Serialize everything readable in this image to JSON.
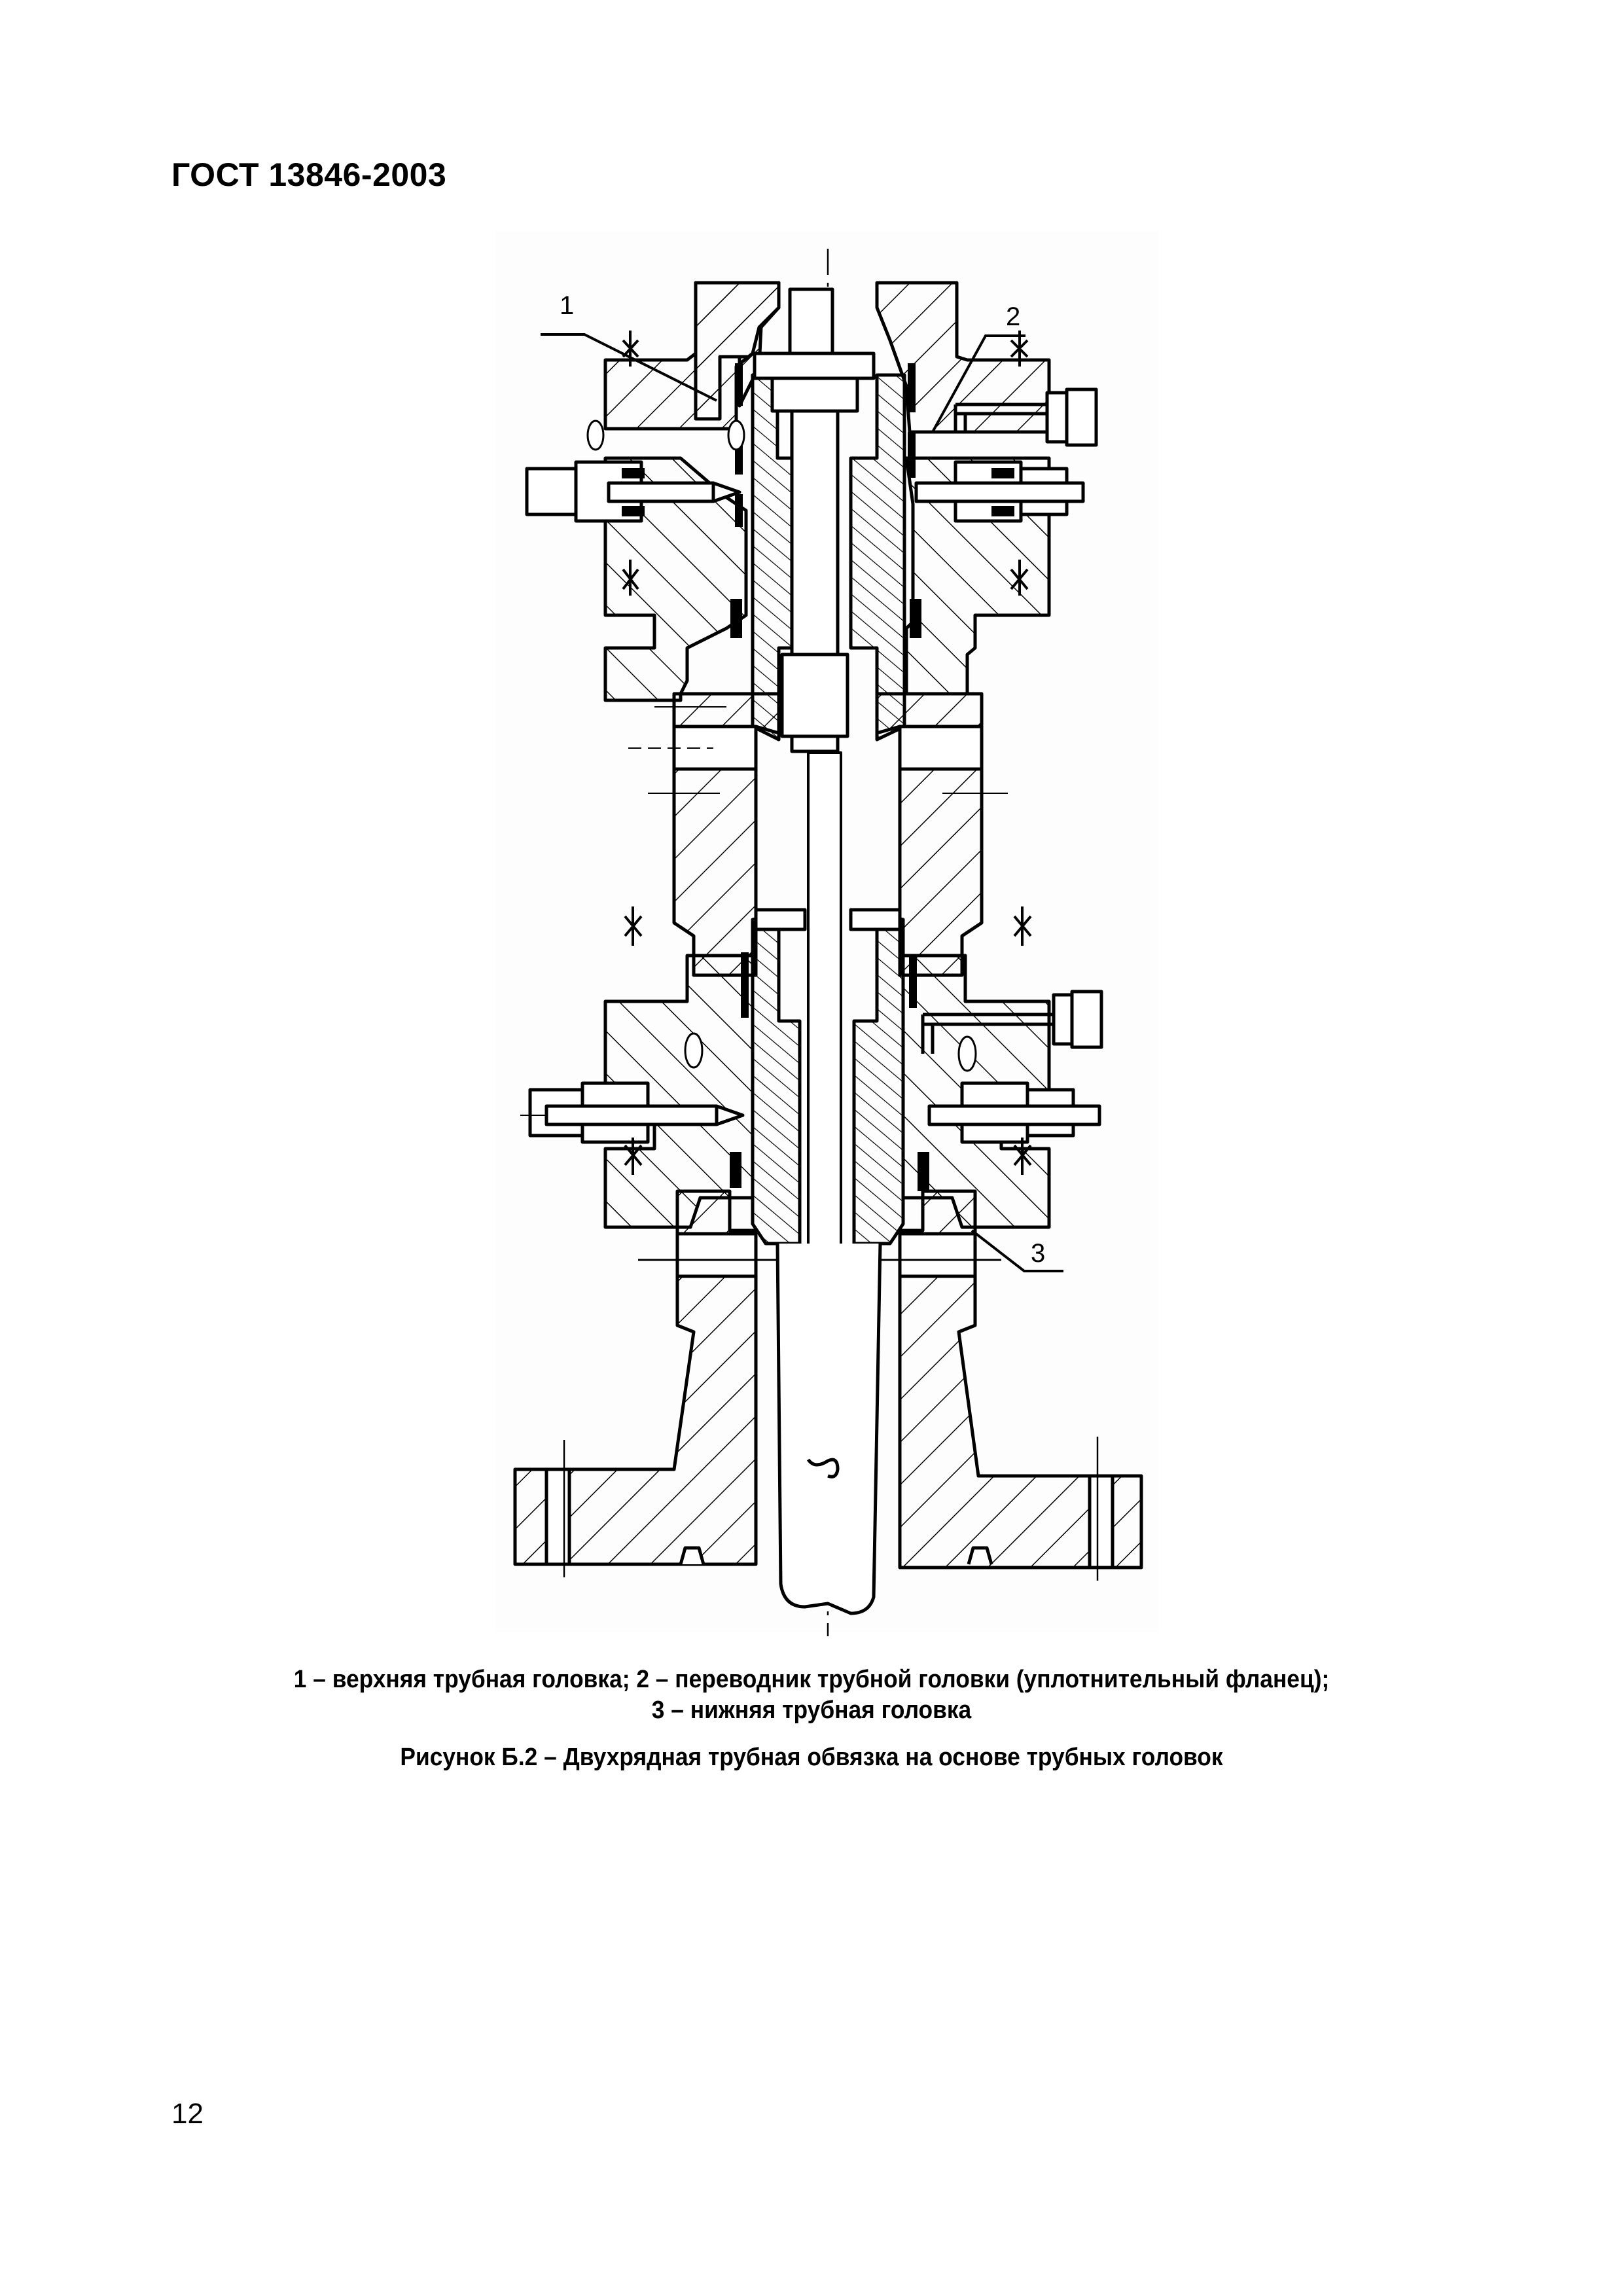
{
  "header": {
    "standard": "ГОСТ 13846-2003"
  },
  "figure": {
    "callouts": [
      {
        "number": "1"
      },
      {
        "number": "2"
      },
      {
        "number": "3"
      }
    ],
    "legend": {
      "line1": "1 – верхняя трубная головка; 2 – переводник трубной головки (уплотнительный фланец);",
      "line2": "3 – нижняя трубная головка"
    },
    "caption": "Рисунок Б.2 – Двухрядная трубная обвязка на основе трубных головок"
  },
  "footer": {
    "page_number": "12"
  }
}
